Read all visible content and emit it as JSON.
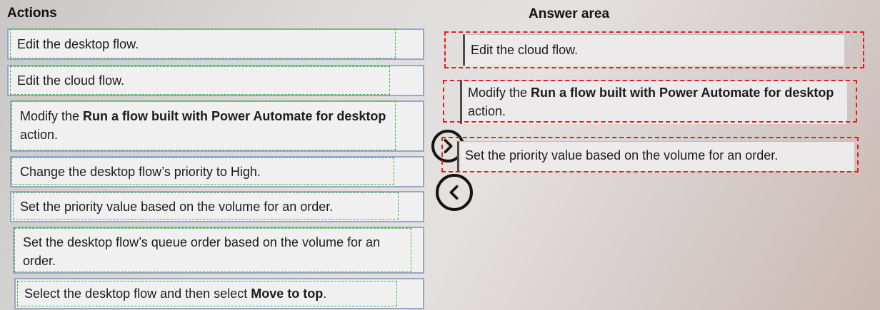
{
  "headings": {
    "actions": "Actions",
    "answer_area": "Answer area"
  },
  "actions": [
    {
      "pre": "Edit the desktop flow.",
      "bold": "",
      "post": ""
    },
    {
      "pre": "Edit the cloud flow.",
      "bold": "",
      "post": ""
    },
    {
      "pre": "Modify the ",
      "bold": "Run a flow built with Power Automate for desktop",
      "post": " action."
    },
    {
      "pre": "Change the desktop flow’s priority to High.",
      "bold": "",
      "post": ""
    },
    {
      "pre": "Set the priority value based on the volume for an order.",
      "bold": "",
      "post": ""
    },
    {
      "pre": "Set the desktop flow’s queue order based on the volume for an order.",
      "bold": "",
      "post": ""
    },
    {
      "pre": "Select the desktop flow and then select ",
      "bold": "Move to top",
      "post": "."
    }
  ],
  "answer_area": [
    {
      "pre": "Edit the cloud flow.",
      "bold": "",
      "post": ""
    },
    {
      "pre": "Modify the ",
      "bold": "Run a flow built with Power Automate for desktop",
      "post": " action."
    },
    {
      "pre": "Set the priority value based on the volume for an order.",
      "bold": "",
      "post": ""
    }
  ],
  "icons": {
    "move_right": "chevron-right-icon",
    "move_left": "chevron-left-icon"
  },
  "colors": {
    "selection_dash": "#3eb64a",
    "answer_dash": "#e01e1e",
    "card_border": "#9aa4c4"
  }
}
